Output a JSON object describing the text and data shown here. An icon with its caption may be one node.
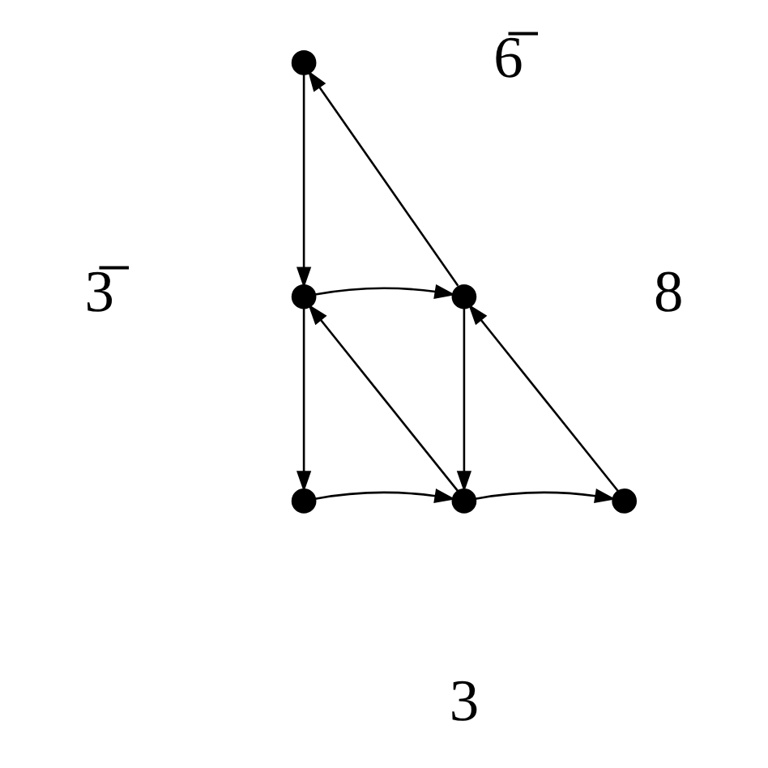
{
  "diagram": {
    "nodes": [
      {
        "text": [],
        "shape": "circle"
      },
      {
        "text": [],
        "shape": "circle"
      },
      {
        "text": [],
        "shape": "circle"
      },
      {
        "text": [],
        "shape": "circle"
      },
      {
        "text": [],
        "shape": "circle"
      },
      {
        "text": [],
        "shape": "circle"
      }
    ],
    "edges": [
      {
        "from": 0,
        "to": 1,
        "arrow": "to"
      },
      {
        "from": 2,
        "to": 0,
        "arrow": "to"
      },
      {
        "from": 1,
        "to": 2,
        "arrow": "to"
      },
      {
        "from": 1,
        "to": 3,
        "arrow": "to"
      },
      {
        "from": 4,
        "to": 1,
        "arrow": "to"
      },
      {
        "from": 2,
        "to": 4,
        "arrow": "to"
      },
      {
        "from": 5,
        "to": 2,
        "arrow": "to"
      },
      {
        "from": 3,
        "to": 4,
        "arrow": "to"
      },
      {
        "from": 4,
        "to": 5,
        "arrow": "to"
      }
    ],
    "labels": [
      "6̅",
      "3̅",
      "8",
      "3"
    ]
  }
}
